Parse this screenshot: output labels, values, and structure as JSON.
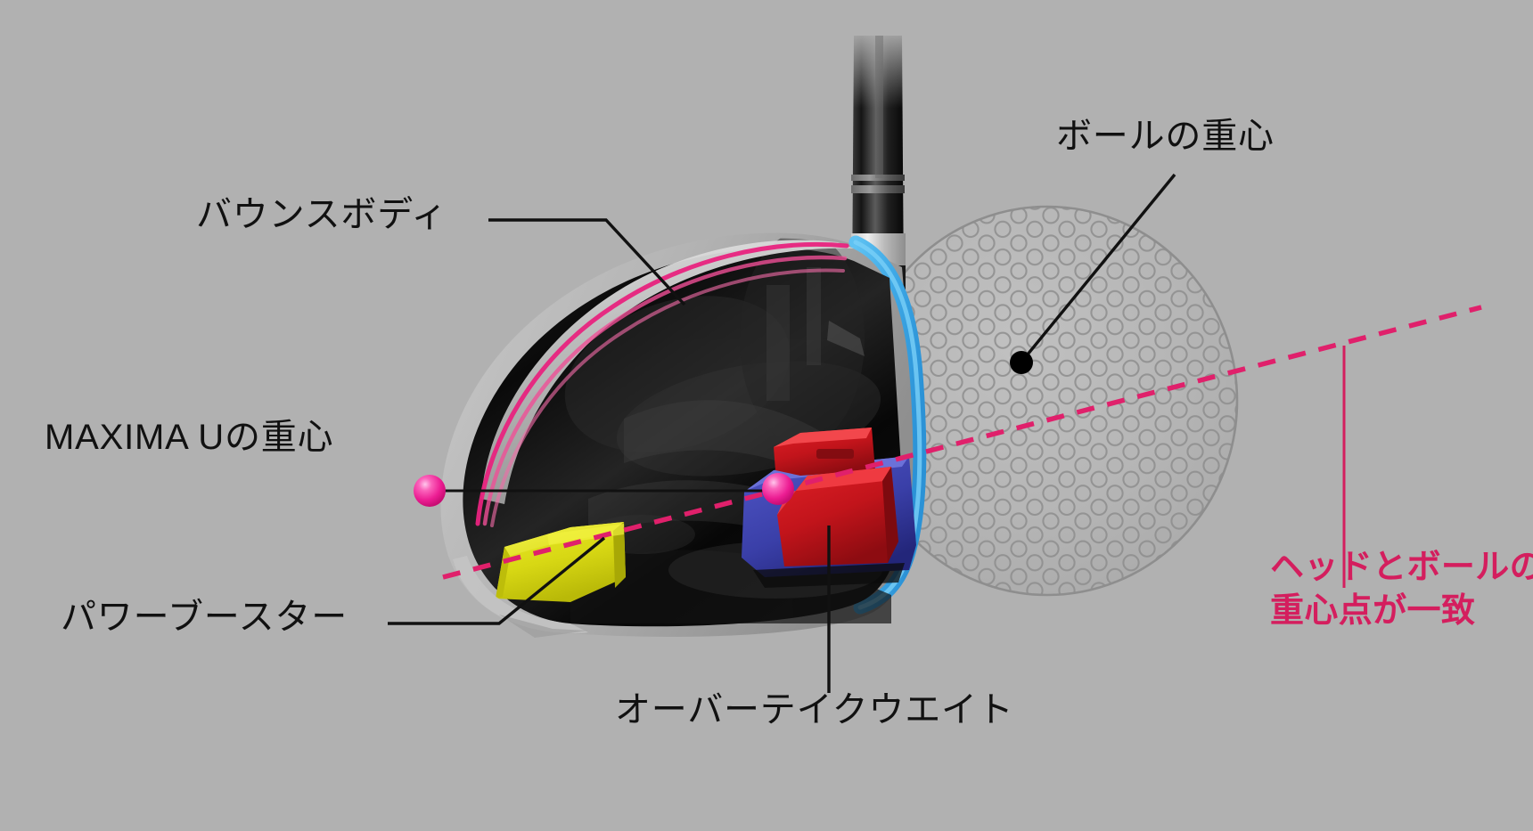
{
  "figure": {
    "type": "product-cutaway-diagram",
    "subject": "MAXIMA U golf driver head cross-section with golf ball",
    "background_color": "#b1b1b1"
  },
  "labels": {
    "bounce_body": "バウンスボディ",
    "maxima_cog": "MAXIMA Uの重心",
    "power_booster": "パワーブースター",
    "overtake_weight": "オーバーテイクウエイト",
    "ball_cog": "ボールの重心",
    "match_note_line1": "ヘッドとボールの",
    "match_note_line2": "重心点が一致"
  },
  "colors": {
    "background": "#b1b1b1",
    "accent_pink": "#d41e5e",
    "marker_pink": "#ef2f9a",
    "power_booster_yellow": "#d9d916",
    "overtake_weight_red": "#c8171e",
    "overtake_weight_blue": "#3a3fa8",
    "crown_blue_outline": "#3fa9e6",
    "leader_black": "#111111",
    "ball_outline": "#8e8e8e"
  },
  "markers": {
    "head_cog_outer_label_dot": "pink-sphere",
    "head_cog_inner_dot": "pink-sphere",
    "ball_cog_dot": "black-dot"
  },
  "axis": {
    "name": "center-of-gravity-alignment-line",
    "style": "dashed",
    "color": "#e0206b"
  }
}
